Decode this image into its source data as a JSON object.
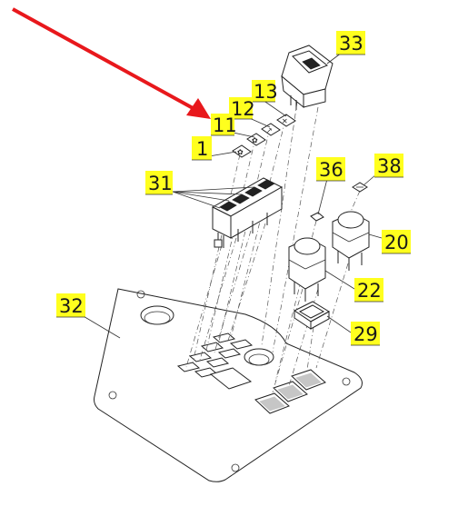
{
  "callouts": [
    {
      "id": "33",
      "label": "33"
    },
    {
      "id": "13",
      "label": "13"
    },
    {
      "id": "12",
      "label": "12"
    },
    {
      "id": "11",
      "label": "11"
    },
    {
      "id": "1",
      "label": "1"
    },
    {
      "id": "31",
      "label": "31"
    },
    {
      "id": "36",
      "label": "36"
    },
    {
      "id": "38",
      "label": "38"
    },
    {
      "id": "20",
      "label": "20"
    },
    {
      "id": "22",
      "label": "22"
    },
    {
      "id": "29",
      "label": "29"
    },
    {
      "id": "32",
      "label": "32"
    }
  ],
  "colors": {
    "callout_fill": "#ffff1e",
    "arrow": "#e8181c",
    "lines": "#222222"
  }
}
